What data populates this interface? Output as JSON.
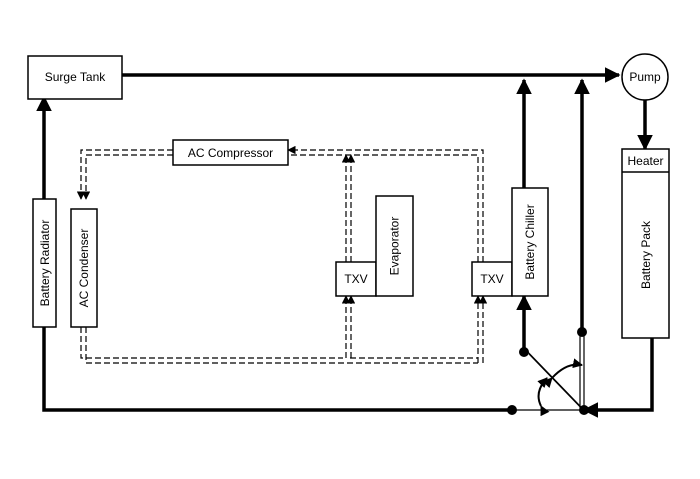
{
  "components": {
    "surge_tank": "Surge Tank",
    "pump": "Pump",
    "heater": "Heater",
    "battery_pack": "Battery Pack",
    "battery_radiator": "Battery Radiator",
    "ac_condenser": "AC Condenser",
    "ac_compressor": "AC Compressor",
    "evaporator": "Evaporator",
    "txv_evaporator": "TXV",
    "txv_chiller": "TXV",
    "battery_chiller": "Battery Chiller"
  }
}
